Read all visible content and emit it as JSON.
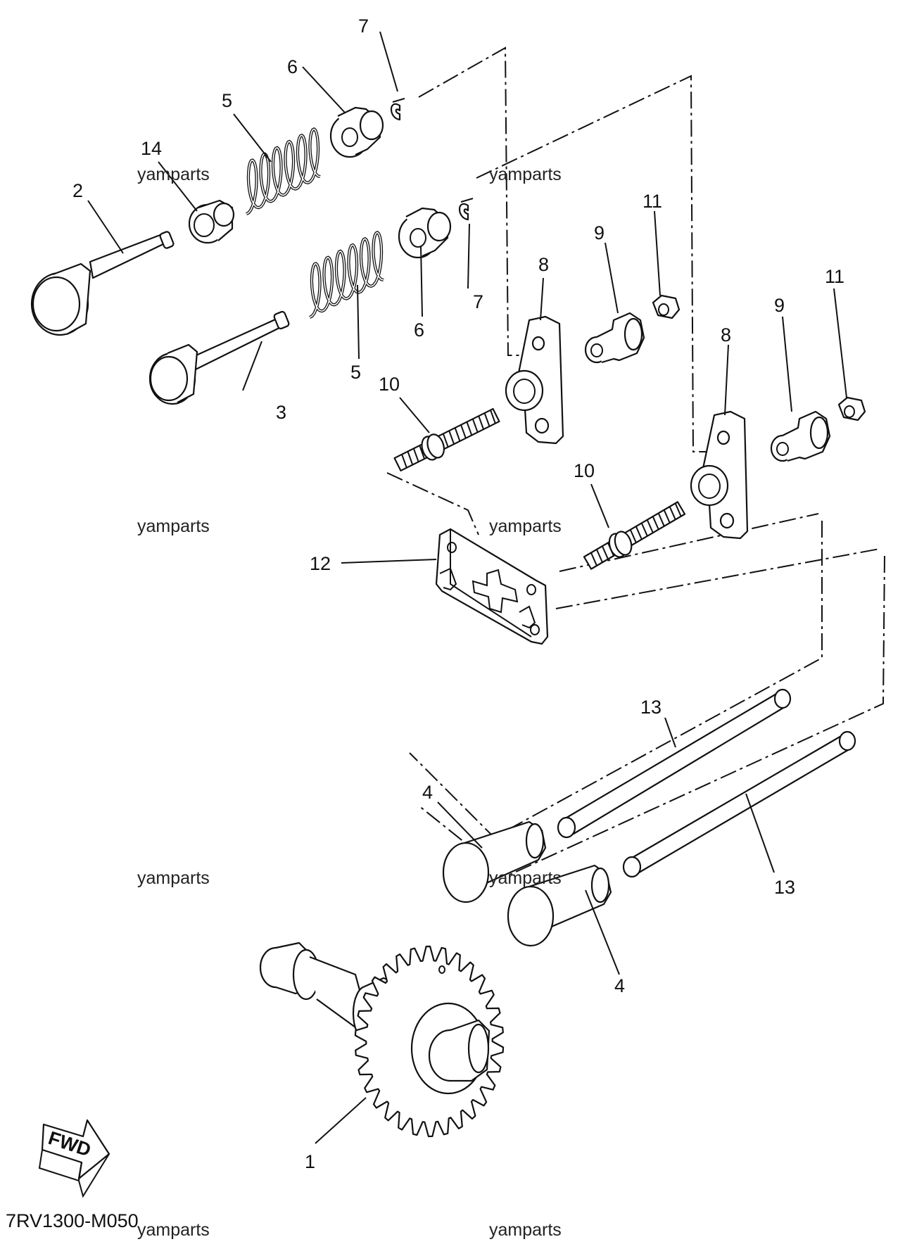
{
  "watermark": "yamparts",
  "diagram_code": "7RV1300-M050",
  "fwd_label": "FWD",
  "callouts": {
    "n1": "1",
    "n2": "2",
    "n3": "3",
    "n4a": "4",
    "n4b": "4",
    "n5a": "5",
    "n5b": "5",
    "n6a": "6",
    "n6b": "6",
    "n7a": "7",
    "n7b": "7",
    "n8a": "8",
    "n8b": "8",
    "n9a": "9",
    "n9b": "9",
    "n10a": "10",
    "n10b": "10",
    "n11a": "11",
    "n11b": "11",
    "n12": "12",
    "n13a": "13",
    "n13b": "13",
    "n14": "14"
  }
}
